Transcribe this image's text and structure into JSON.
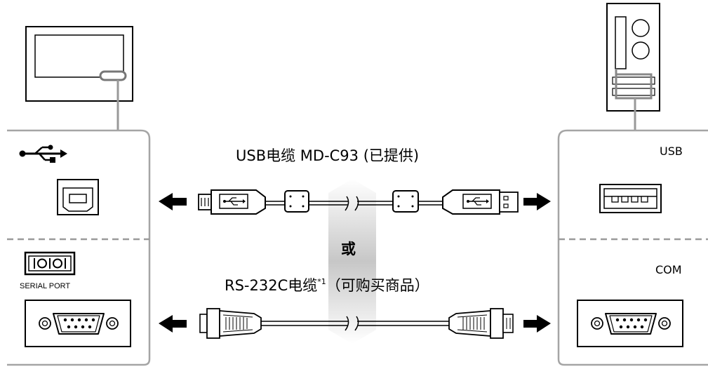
{
  "labels": {
    "usb_cable": "USB电缆 MD-C93 (已提供)",
    "rs232c_cable": "RS-232C电缆",
    "rs232c_cable_footnote": "*1",
    "rs232c_cable_suffix": "（可购买商品）",
    "or": "或",
    "usb_port": "USB",
    "com_port": "COM",
    "serial_port": "SERIAL PORT"
  },
  "icons": [
    "usb-icon",
    "serial-port-icon",
    "arrow-left-icon",
    "arrow-right-icon"
  ]
}
